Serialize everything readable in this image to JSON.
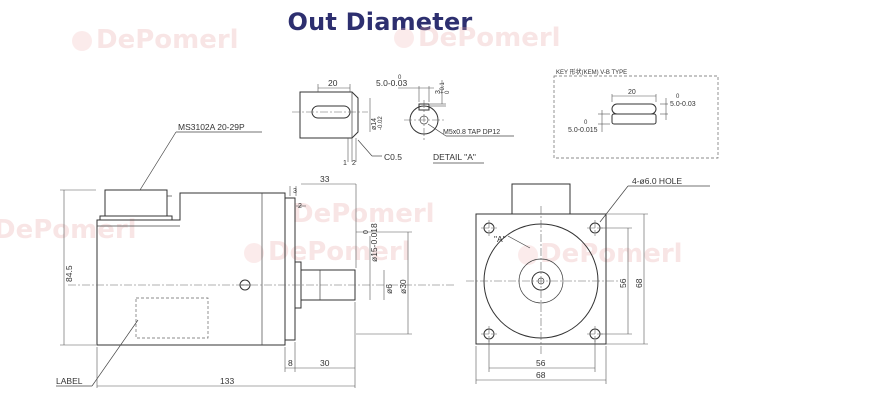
{
  "title": "Out Diameter",
  "watermark": "DePomerl",
  "callouts": {
    "connector": "MS3102A  20-29P",
    "label": "LABEL",
    "chamfer": "C0.5",
    "detail": "DETAIL  \"A\"",
    "tap": "M5x0.8  TAP  DP12",
    "holes": "4-ø6.0  HOLE",
    "view_ref": "\"A\"",
    "key_type": "KEY 形状(KEM) V-B TYPE"
  },
  "dims_side": {
    "height": "84.5",
    "length": "133",
    "shaft_len": "33",
    "shaft_ext": "30",
    "flange": "8",
    "d3": "3",
    "d2": "2",
    "pilot_top": "0",
    "pilot": "ø15-0.018",
    "shaft_d": "ø6",
    "pilot_d": "ø30"
  },
  "dims_detail": {
    "key_len": "20",
    "key_w": "5.0-0.03",
    "key_w_tol": "0",
    "key_h": "3",
    "key_h_tol": "+0.1",
    "key_h_tol2": "0",
    "shaft": "ø14",
    "shaft_tol": "-0.02",
    "d1": "1",
    "d2": "2"
  },
  "dims_key": {
    "len": "20",
    "width": "5.0-0.03",
    "width_tol": "0",
    "height": "5.0-0.015",
    "height_tol": "0"
  },
  "dims_front": {
    "outer_w": "68",
    "pcd_w": "56",
    "outer_h": "68",
    "pcd_h": "56"
  }
}
